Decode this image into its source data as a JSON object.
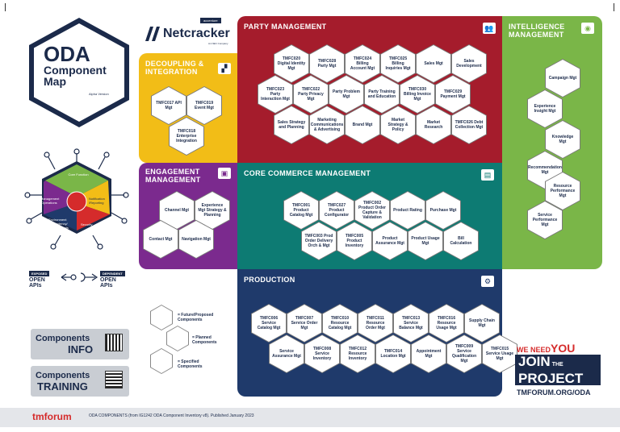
{
  "brand": {
    "oda_title_1": "ODA",
    "oda_title_2": "Component",
    "oda_title_3": "Map",
    "alpha": "Alpha Version",
    "netcracker_tag": "accenture",
    "netcracker": "Netcracker",
    "netcracker_sub": "An NEC Company"
  },
  "sections": {
    "decoupling": {
      "title_1": "DECOUPLING &",
      "title_2": "INTEGRATION",
      "hexes": [
        "TMFC017 API Mgt",
        "TMFC019 Event Mgt",
        "TMFC018 Enterprise Integration"
      ]
    },
    "party": {
      "title": "PARTY MANAGEMENT",
      "hexes": [
        "TMFC020 Digital Identity Mgt",
        "TMFC028 Party Mgt",
        "TMFC024 Billing Account Mgt",
        "TMFC025 Billing Inquiries Mgt",
        "Sales Mgt",
        "Sales Development",
        "TMFC023 Party Interaction Mgt",
        "TMFC022 Party Privacy Mgt",
        "Party Problem Mgt",
        "Party Training and Education",
        "TMFC030 Billing Invoice Mgt",
        "TMFC029 Payment Mgt",
        "Sales Strategy and Planning",
        "Marketing Communications & Advertising",
        "Brand Mgt",
        "Market Strategy & Policy",
        "Market Research",
        "TMFC026 Debt Collection Mgt"
      ]
    },
    "intelligence": {
      "title_1": "INTELLIGENCE",
      "title_2": "MANAGEMENT",
      "hexes": [
        "Campaign Mgt",
        "Experience Insight Mgt",
        "Knowledge Mgt",
        "Recommendation Mgt",
        "Resource Performance Mgt",
        "Service Performance Mgt"
      ]
    },
    "engagement": {
      "title_1": "ENGAGEMENT",
      "title_2": "MANAGEMENT",
      "hexes": [
        "Channel Mgt",
        "Experience Mgt Strategy & Planning",
        "Contact Mgt",
        "Navigation Mgt"
      ]
    },
    "core": {
      "title": "CORE COMMERCE MANAGEMENT",
      "hexes": [
        "TMFC001 Product Catalog Mgt",
        "TMFC027 Product Configurator",
        "TMFC002 Product Order Capture & Validation",
        "Product Rating",
        "Purchase Mgt",
        "TMFC003 Prod Order Delivery Orch & Mgt",
        "TMFC005 Product Inventory",
        "Product Assurance Mgt",
        "Product Usage Mgt",
        "Bill Calculation"
      ]
    },
    "production": {
      "title": "PRODUCTION",
      "hexes": [
        "TMFC006 Service Catalog Mgt",
        "TMFC007 Service Order Mgt",
        "TMFC010 Resource Catalog Mgt",
        "TMFC011 Resource Order Mgt",
        "TMFC013 Service Balance Mgt",
        "TMFC016 Resource Usage Mgt",
        "Supply Chain Mgt",
        "Service Assurance Mgt",
        "TMFC008 Service Inventory",
        "TMFC012 Resource Inventory",
        "TMFC014 Location Mgt",
        "Appointment Mgt",
        "TMFC009 Service Qualification Mgt",
        "TMFC015 Service Usage Mgt"
      ]
    }
  },
  "wheel": {
    "core": "Core Function",
    "management": "Management /Operations",
    "notification": "Notification /Reporting",
    "environment": "Environment Dependency/ Requirements",
    "security": "Security"
  },
  "apis": {
    "exposed_tag": "EXPOSED",
    "exposed_label": "OPEN APIs",
    "dependent_tag": "DEPENDENT",
    "dependent_label": "OPEN APIs"
  },
  "legend": {
    "future": "= Future/Proposed Components",
    "planned": "= Planned Components",
    "specified": "= Specified Components"
  },
  "buttons": {
    "info_1": "Components",
    "info_2": "INFO",
    "training_1": "Components",
    "training_2": "TRAINING"
  },
  "join": {
    "we_need": "WE NEED",
    "you": "YOU",
    "join": "JOIN",
    "the": "THE",
    "project": "PROJECT",
    "url": "TMFORUM.ORG/ODA"
  },
  "footer": {
    "tmforum": "tmforum",
    "text": "ODA COMPONENTS (from IG1242 ODA Component Inventory v8). Published January 2023"
  },
  "colors": {
    "decoupling": "#f2bd17",
    "party": "#a51c2c",
    "intelligence": "#7ab648",
    "engagement": "#7b2a8e",
    "core": "#0d7b73",
    "production": "#1f3a6b",
    "navy": "#1b2a4a",
    "join_red": "#d52b2b"
  }
}
